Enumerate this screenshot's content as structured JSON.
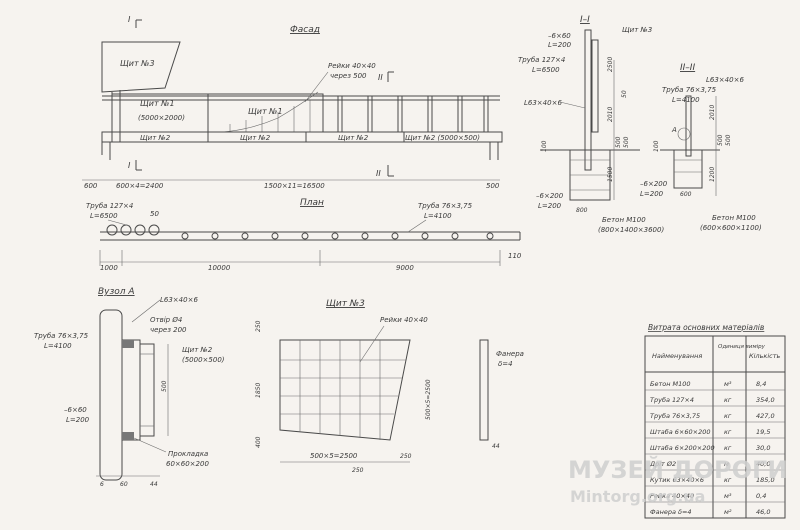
{
  "facade": {
    "title": "Фасад",
    "shield3": "Щит №3",
    "shield1a": "Щит №1",
    "shield1a_size": "(5000×2000)",
    "shield1b": "Щит №1",
    "rails_note_1": "Рейки 40×40",
    "rails_note_2": "через 500",
    "shield2a": "Щит №2",
    "shield2b": "Щит №2",
    "shield2c": "Щит №2",
    "shield2d": "Щит №2 (5000×500)",
    "dim_600": "600",
    "dim_600x4": "600×4=2400",
    "dim_1500x11": "1500×11=16500",
    "dim_500": "500",
    "sec_I": "I",
    "sec_II": "II"
  },
  "plan": {
    "title": "План",
    "pipe127": "Труба 127×4",
    "pipe127_l": "L=6500",
    "pipe76": "Труба 76×3,75",
    "pipe76_l": "L=4100",
    "dim_50": "50",
    "dim_1000": "1000",
    "dim_10000": "10000",
    "dim_9000": "9000",
    "dim_110": "110"
  },
  "section1": {
    "title": "I–I",
    "strip": "–6×60",
    "strip_l": "L=200",
    "pipe": "Труба 127×4",
    "pipe_l": "L=6500",
    "angle": "L63×40×6",
    "shield3": "Щит №3",
    "strip2": "–6×200",
    "strip2_l": "L=200",
    "concrete": "Бетон М100",
    "concrete_size": "(800×1400×3600)",
    "dims": [
      "2500",
      "50",
      "2010",
      "500",
      "500",
      "1500",
      "100",
      "800"
    ]
  },
  "section2": {
    "title": "II–II",
    "pipe": "Труба 76×3,75",
    "pipe_l": "L=4100",
    "angle": "L63×40×6",
    "strip": "–6×200",
    "strip_l": "L=200",
    "concrete": "Бетон М100",
    "concrete_size": "(600×600×1100)",
    "marker": "А",
    "dims": [
      "2010",
      "500",
      "500",
      "100",
      "1200",
      "600"
    ]
  },
  "node": {
    "title": "Вузол А",
    "angle": "L63×40×6",
    "pipe": "Труба 76×3,75",
    "pipe_l": "L=4100",
    "hole_1": "Отвір Ø4",
    "hole_2": "через 200",
    "shield": "Щит №2",
    "shield_size": "(5000×500)",
    "strip": "–6×60",
    "strip_l": "L=200",
    "gasket_1": "Прокладка",
    "gasket_2": "60×60×200",
    "dim_500": "500",
    "dim_6": "6",
    "dim_60": "60",
    "dim_44": "44"
  },
  "shield3": {
    "title": "Щит №3",
    "rails": "Рейки 40×40",
    "dim_250a": "250",
    "dim_1850": "1850",
    "dim_400": "400",
    "dim_500x5v": "500×5=2500",
    "dim_500x5h": "500×5=2500",
    "dim_250b": "250",
    "dim_250c": "250",
    "plywood_1": "Фанера",
    "plywood_2": "δ=4",
    "dim_44": "44"
  },
  "table": {
    "title": "Витрата основних матеріалів",
    "headers": [
      "Найменування",
      "Одиниця виміру",
      "Кількість"
    ],
    "rows": [
      [
        "Бетон М100",
        "м³",
        "8,4"
      ],
      [
        "Труба 127×4",
        "кг",
        "354,0"
      ],
      [
        "Труба 76×3,75",
        "кг",
        "427,0"
      ],
      [
        "Штаба 6×60×200",
        "кг",
        "19,5"
      ],
      [
        "Штаба 6×200×200",
        "кг",
        "30,0"
      ],
      [
        "Дріт Ø2",
        "м",
        "40,0"
      ],
      [
        "Кутик 63×40×6",
        "кг",
        "185,0"
      ],
      [
        "Рейка 40×40",
        "м³",
        "0,4"
      ],
      [
        "Фанера δ=4",
        "м²",
        "46,0"
      ]
    ]
  },
  "watermark": {
    "line1": "МУЗЕЙ ДОРОГИ",
    "line2": "Mintorg.org.ua"
  }
}
